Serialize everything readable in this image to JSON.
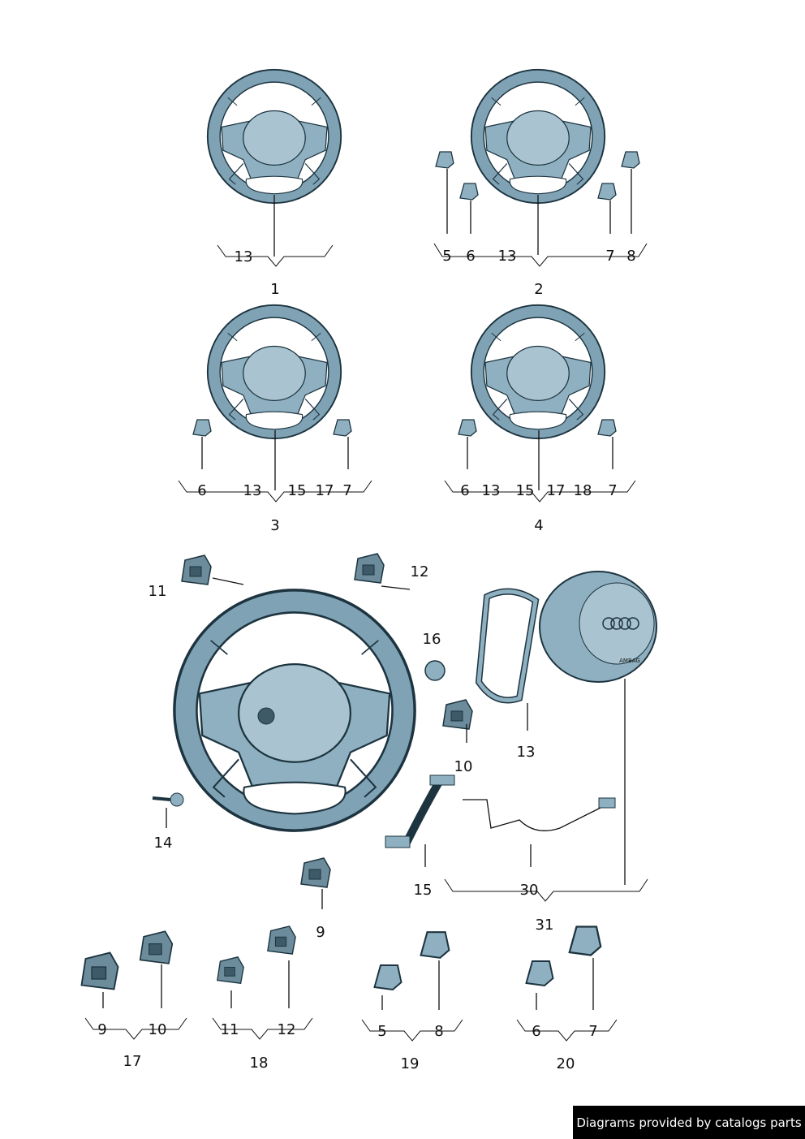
{
  "diagram": {
    "groups": [
      {
        "id": "1",
        "labels": [
          "13"
        ]
      },
      {
        "id": "2",
        "labels": [
          "5",
          "6",
          "13",
          "7",
          "8"
        ]
      },
      {
        "id": "3",
        "labels": [
          "6",
          "13",
          "15",
          "17",
          "7"
        ]
      },
      {
        "id": "4",
        "labels": [
          "6",
          "13",
          "15",
          "17",
          "18",
          "7"
        ]
      },
      {
        "id": "17",
        "labels": [
          "9",
          "10"
        ]
      },
      {
        "id": "18",
        "labels": [
          "11",
          "12"
        ]
      },
      {
        "id": "19",
        "labels": [
          "5",
          "8"
        ]
      },
      {
        "id": "20",
        "labels": [
          "6",
          "7"
        ]
      }
    ],
    "exploded": {
      "labels": [
        "11",
        "12",
        "16",
        "10",
        "13",
        "14",
        "9",
        "15",
        "30",
        "31"
      ]
    },
    "airbag_text": "AMBAG"
  },
  "colors": {
    "part": "#7fa3b5",
    "part_light": "#a9c4d0",
    "outline": "#1d3440"
  },
  "footer": {
    "text": "Diagrams provided by catalogs parts"
  }
}
